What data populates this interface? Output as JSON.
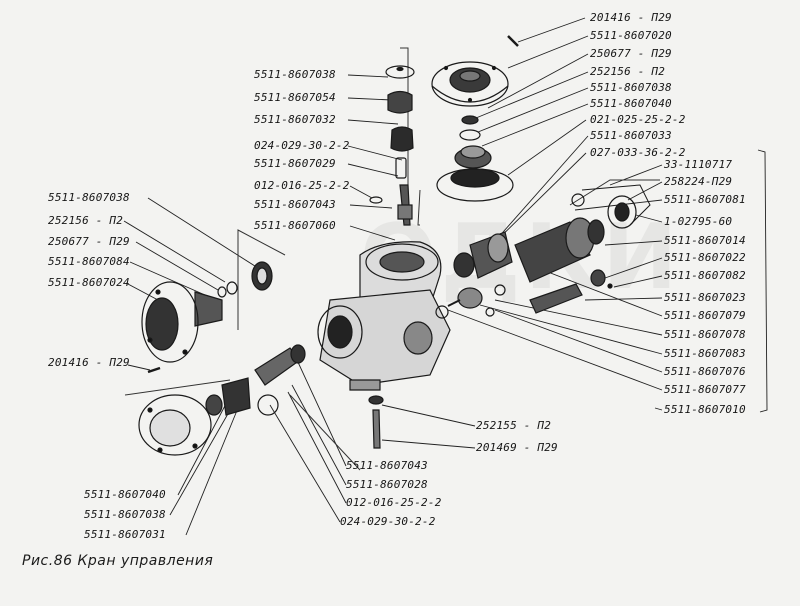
{
  "caption": "Рис.86  Кран управления",
  "watermark": "ОДКИ",
  "labels": {
    "l_5511_8607038_a": "5511-8607038",
    "l_5511_8607054": "5511-8607054",
    "l_5511_8607032": "5511-8607032",
    "l_024_029_30_2_2_a": "024-029-30-2-2",
    "l_5511_8607029": "5511-8607029",
    "l_012_016_25_2_2_a": "012-016-25-2-2",
    "l_5511_8607043_a": "5511-8607043",
    "l_5511_8607060": "5511-8607060",
    "l_5511_8607038_b": "5511-8607038",
    "l_252156_p2_a": "252156 - П2",
    "l_250677_p29_a": "250677 - П29",
    "l_5511_8607084": "5511-8607084",
    "l_5511_8607024": "5511-8607024",
    "l_201416_p29_a": "201416 - П29",
    "l_5511_8607040_a": "5511-8607040",
    "l_5511_8607038_c": "5511-8607038",
    "l_5511_8607031": "5511-8607031",
    "l_5511_8607043_b": "5511-8607043",
    "l_5511_8607028": "5511-8607028",
    "l_012_016_25_2_2_b": "012-016-25-2-2",
    "l_024_029_30_2_2_b": "024-029-30-2-2",
    "l_252155_p2": "252155 - П2",
    "l_201469_p29": "201469 - П29",
    "l_201416_p29_b": "201416 - П29",
    "l_5511_8607020": "5511-8607020",
    "l_250677_p29_b": "250677 - П29",
    "l_252156_p2_b": "252156 - П2",
    "l_5511_8607038_d": "5511-8607038",
    "l_5511_8607040_b": "5511-8607040",
    "l_021_025_25_2_2": "021-025-25-2-2",
    "l_5511_8607033": "5511-8607033",
    "l_027_033_36_2_2": "027-033-36-2-2",
    "l_33_1110717": "33-1110717",
    "l_258224_p29": "258224-П29",
    "l_5511_8607081": "5511-8607081",
    "l_1_02795_60": "1-02795-60",
    "l_5511_8607014": "5511-8607014",
    "l_5511_8607022": "5511-8607022",
    "l_5511_8607082": "5511-8607082",
    "l_5511_8607023": "5511-8607023",
    "l_5511_8607079": "5511-8607079",
    "l_5511_8607078": "5511-8607078",
    "l_5511_8607083": "5511-8607083",
    "l_5511_8607076": "5511-8607076",
    "l_5511_8607077": "5511-8607077",
    "l_5511_8607010": "5511-8607010"
  }
}
